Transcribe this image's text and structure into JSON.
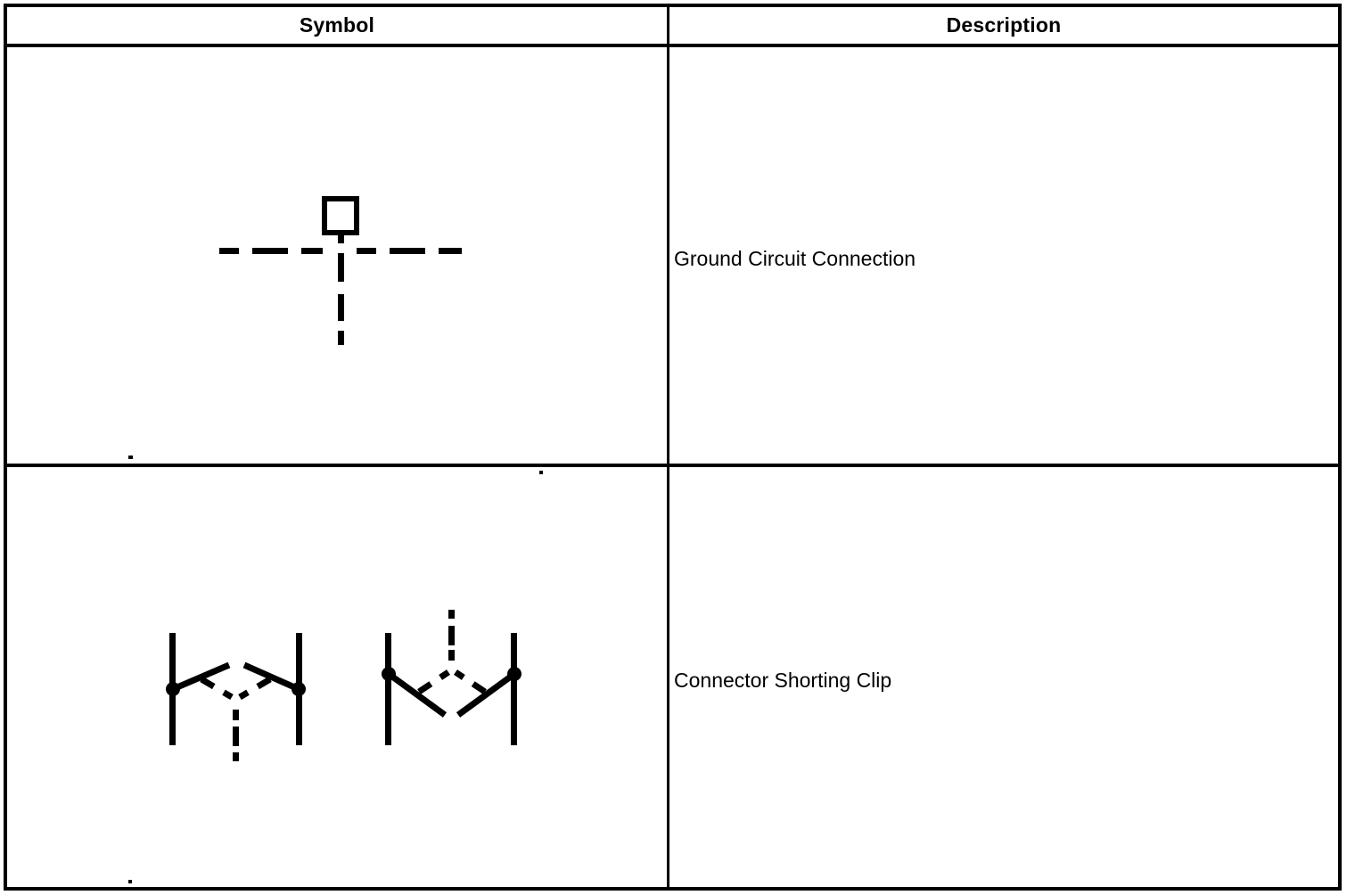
{
  "table": {
    "headers": {
      "symbol": "Symbol",
      "description": "Description"
    },
    "rows": [
      {
        "symbol_name": "ground-circuit-connection-symbol",
        "description": "Ground Circuit Connection"
      },
      {
        "symbol_name": "connector-shorting-clip-symbol",
        "description": "Connector Shorting Clip"
      }
    ]
  },
  "colors": {
    "ink": "#000000",
    "paper": "#ffffff"
  }
}
